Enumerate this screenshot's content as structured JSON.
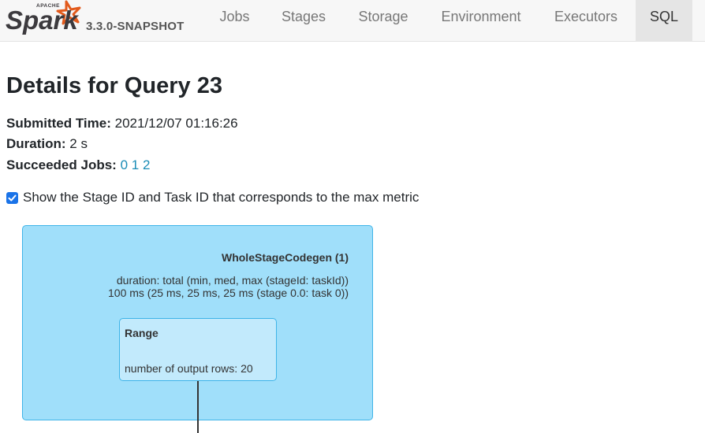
{
  "navbar": {
    "brand": {
      "logo_icon": "spark-logo-icon",
      "apache_text": "APACHE",
      "spark_text": "Spark",
      "version": "3.3.0-SNAPSHOT"
    },
    "tabs": [
      {
        "label": "Jobs",
        "active": false
      },
      {
        "label": "Stages",
        "active": false
      },
      {
        "label": "Storage",
        "active": false
      },
      {
        "label": "Environment",
        "active": false
      },
      {
        "label": "Executors",
        "active": false
      },
      {
        "label": "SQL",
        "active": true
      }
    ]
  },
  "page": {
    "title": "Details for Query 23",
    "submitted_label": "Submitted Time:",
    "submitted_value": "2021/12/07 01:16:26",
    "duration_label": "Duration:",
    "duration_value": "2 s",
    "jobs_label": "Succeeded Jobs:",
    "jobs": [
      "0",
      "1",
      "2"
    ],
    "show_checkbox": {
      "checked": true,
      "label": "Show the Stage ID and Task ID that corresponds to the max metric"
    }
  },
  "plan": {
    "cluster": {
      "title": "WholeStageCodegen (1)",
      "metric_line1": "duration: total (min, med, max (stageId: taskId))",
      "metric_line2": "100 ms (25 ms, 25 ms, 25 ms (stage 0.0: task 0))"
    },
    "node": {
      "title": "Range",
      "metric": "number of output rows: 20"
    }
  },
  "colors": {
    "cluster_fill": "#a0dffa",
    "cluster_border": "#3fb4e8",
    "node_fill": "#c2eafc",
    "link": "#1a8cb6",
    "spark_orange": "#e25a1c",
    "checkbox": "#1a73e8"
  }
}
